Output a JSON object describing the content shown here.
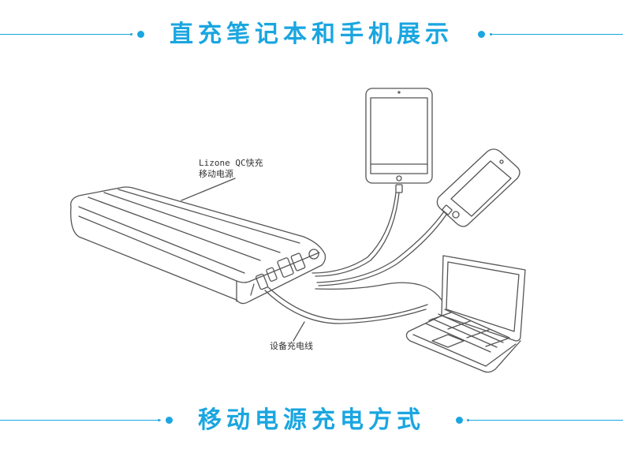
{
  "header_title": "直充笔记本和手机展示",
  "footer_title": "移动电源充电方式",
  "labels": {
    "power_bank_line1": "Lizone QC快充",
    "power_bank_line2": "移动电源",
    "cable": "设备充电线"
  },
  "colors": {
    "accent": "#1aa6e0",
    "line_art": "#555555"
  },
  "icons": [
    "tablet-icon",
    "phone-icon",
    "laptop-icon",
    "power-bank-icon"
  ]
}
